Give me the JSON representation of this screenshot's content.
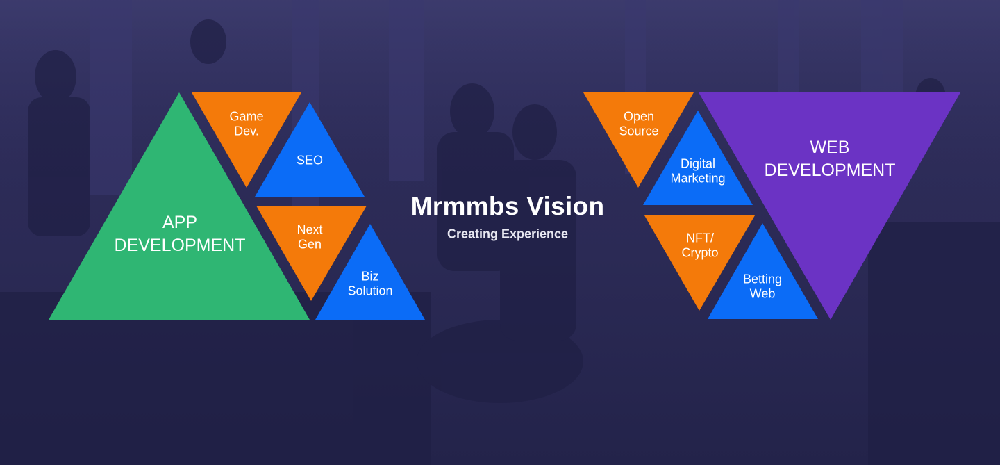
{
  "colors": {
    "background": "#2d2c59",
    "green": "#2fb673",
    "orange": "#f47a0a",
    "blue": "#0b6cf7",
    "purple": "#6b33c4"
  },
  "center": {
    "title": "Mrmmbs Vision",
    "subtitle": "Creating Experience"
  },
  "left_group": {
    "main": [
      "APP",
      "DEVELOPMENT"
    ],
    "game_dev": [
      "Game",
      "Dev."
    ],
    "seo": [
      "SEO"
    ],
    "next_gen": [
      "Next",
      "Gen"
    ],
    "biz_solution": [
      "Biz",
      "Solution"
    ]
  },
  "right_group": {
    "main": [
      "WEB",
      "DEVELOPMENT"
    ],
    "open_source": [
      "Open",
      "Source"
    ],
    "digital_marketing": [
      "Digital",
      "Marketing"
    ],
    "nft_crypto": [
      "NFT/",
      "Crypto"
    ],
    "betting_web": [
      "Betting",
      "Web"
    ]
  }
}
